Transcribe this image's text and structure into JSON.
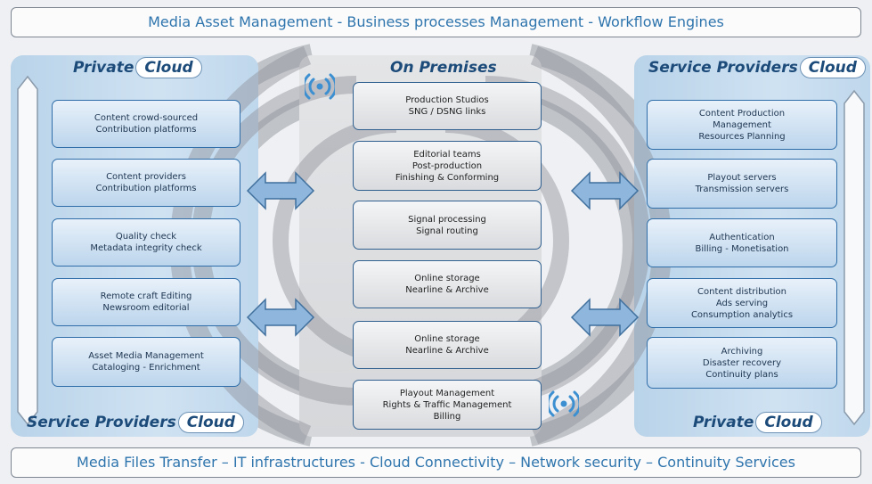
{
  "top_banner": "Media Asset Management - Business processes Management - Workflow Engines",
  "bottom_banner": "Media Files Transfer – IT infrastructures - Cloud Connectivity – Network security – Continuity Services",
  "left": {
    "title_prefix": "Private",
    "title_cloud": "Cloud",
    "footer_prefix": "Service Providers",
    "footer_cloud": "Cloud",
    "boxes": [
      [
        "Content crowd-sourced",
        "Contribution platforms"
      ],
      [
        "Content providers",
        "Contribution platforms"
      ],
      [
        "Quality check",
        "Metadata integrity check"
      ],
      [
        "Remote craft Editing",
        "Newsroom editorial"
      ],
      [
        "Asset Media Management",
        "Cataloging - Enrichment"
      ]
    ]
  },
  "middle": {
    "title": "On Premises",
    "boxes": [
      [
        "Production Studios",
        "SNG / DSNG links"
      ],
      [
        "Editorial teams",
        "Post-production",
        "Finishing & Conforming"
      ],
      [
        "Signal processing",
        "Signal routing"
      ],
      [
        "Online storage",
        "Nearline & Archive"
      ],
      [
        "Online storage",
        "Nearline & Archive"
      ],
      [
        "Playout Management",
        "Rights & Traffic Management",
        "Billing"
      ]
    ]
  },
  "right": {
    "title_prefix": "Service Providers",
    "title_cloud": "Cloud",
    "footer_prefix": "Private",
    "footer_cloud": "Cloud",
    "boxes": [
      [
        "Content Production",
        "Management",
        "Resources Planning"
      ],
      [
        "Playout servers",
        "Transmission servers"
      ],
      [
        "Authentication",
        "Billing - Monetisation"
      ],
      [
        "Content distribution",
        "Ads serving",
        "Consumption analytics"
      ],
      [
        "Archiving",
        "Disaster recovery",
        "Continuity plans"
      ]
    ]
  },
  "colors": {
    "banner_text": "#2f75ad",
    "title_text": "#1c4b7a",
    "box_border": "#2f6ea8",
    "arrow_fill": "#8fb6dc"
  },
  "icons": [
    "wireless-signal-icon",
    "double-arrow-icon",
    "cloud-icon"
  ]
}
